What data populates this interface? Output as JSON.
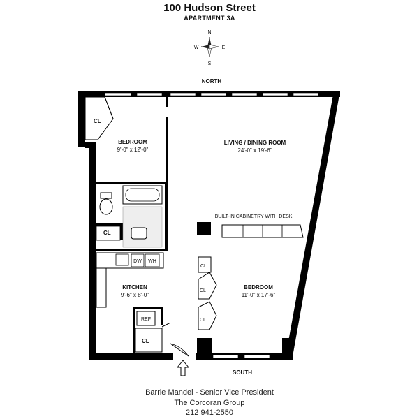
{
  "header": {
    "address": "100 Hudson Street",
    "unit": "APARTMENT 3A"
  },
  "compass": {
    "n": "N",
    "s": "S",
    "e": "E",
    "w": "W"
  },
  "orientation": {
    "north": "NORTH",
    "south": "SOUTH"
  },
  "rooms": {
    "bedroom_1": {
      "name": "BEDROOM",
      "size": "9'-0\" x 12'-0\""
    },
    "living": {
      "name": "LIVING / DINING ROOM",
      "size": "24'-0\" x 19'-6\""
    },
    "kitchen": {
      "name": "KITCHEN",
      "size": "9'-6\" x 8'-0\""
    },
    "bedroom_2": {
      "name": "BEDROOM",
      "size": "11'-0\" x 17'-6\""
    }
  },
  "closets": {
    "label": "CL"
  },
  "fixtures": {
    "dishwasher": "DW",
    "washer": "WH",
    "refrigerator": "REF",
    "cabinetry": "BUILT-IN CABINETRY WITH DESK"
  },
  "agent": {
    "name_title": "Barrie Mandel - Senior Vice President",
    "company": "The Corcoran Group",
    "phone": "212 941-2550"
  }
}
